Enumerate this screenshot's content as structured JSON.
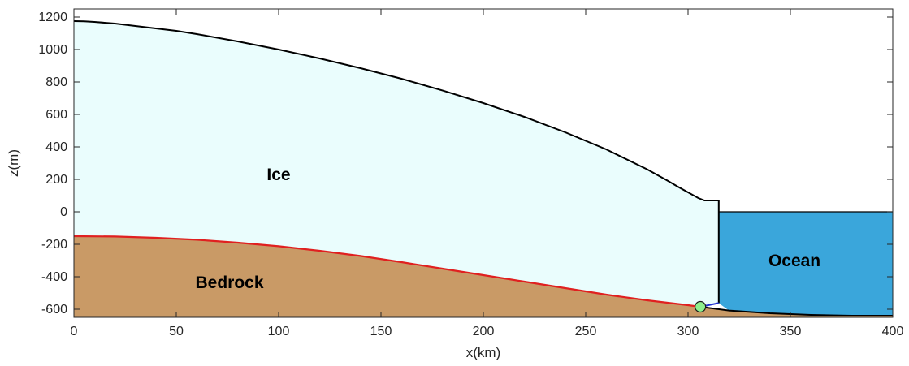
{
  "chart_data": {
    "type": "area",
    "xlabel": "x(km)",
    "ylabel": "z(m)",
    "xlim": [
      0,
      400
    ],
    "ylim": [
      -650,
      1250
    ],
    "x_ticks": [
      0,
      50,
      100,
      150,
      200,
      250,
      300,
      350,
      400
    ],
    "y_ticks": [
      -600,
      -400,
      -200,
      0,
      200,
      400,
      600,
      800,
      1000,
      1200
    ],
    "grid": false,
    "legend": "none",
    "regions": [
      {
        "label": "Ice",
        "color": "#eafdfd"
      },
      {
        "label": "Bedrock",
        "color": "#c99a66"
      },
      {
        "label": "Ocean",
        "color": "#3aa6db"
      }
    ],
    "series": [
      {
        "role": "ice-surface",
        "color": "#000000",
        "x": [
          0,
          5,
          10,
          20,
          30,
          40,
          50,
          60,
          80,
          100,
          120,
          140,
          160,
          180,
          200,
          220,
          240,
          260,
          280,
          290,
          295,
          300,
          305,
          308,
          315
        ],
        "y": [
          1175,
          1174,
          1170,
          1160,
          1145,
          1130,
          1115,
          1095,
          1050,
          1000,
          945,
          885,
          820,
          748,
          670,
          585,
          490,
          385,
          262,
          192,
          155,
          120,
          85,
          70,
          70
        ]
      },
      {
        "role": "ice-base",
        "color": "#e02020",
        "x": [
          0,
          20,
          40,
          60,
          80,
          100,
          120,
          140,
          160,
          180,
          200,
          220,
          240,
          260,
          280,
          300,
          306
        ],
        "y": [
          -150,
          -152,
          -160,
          -172,
          -190,
          -212,
          -240,
          -272,
          -310,
          -350,
          -390,
          -430,
          -470,
          -510,
          -545,
          -575,
          -585
        ]
      },
      {
        "role": "sea-floor",
        "color": "#000000",
        "x": [
          306,
          320,
          340,
          360,
          380,
          400
        ],
        "y": [
          -585,
          -608,
          -625,
          -635,
          -640,
          -640
        ]
      },
      {
        "role": "grounding-line-link",
        "color": "#1f2fd0",
        "x": [
          306,
          315
        ],
        "y": [
          -585,
          -562
        ]
      }
    ],
    "ice_front_x": 315,
    "ocean_surface_y": 0,
    "grounding_point": {
      "x": 306,
      "y": -585,
      "color": "#8ef08e"
    },
    "annotations": [
      {
        "text": "Ice",
        "x": 100,
        "y": 195
      },
      {
        "text": "Bedrock",
        "x": 76,
        "y": -470
      },
      {
        "text": "Ocean",
        "x": 352,
        "y": -335
      }
    ]
  }
}
